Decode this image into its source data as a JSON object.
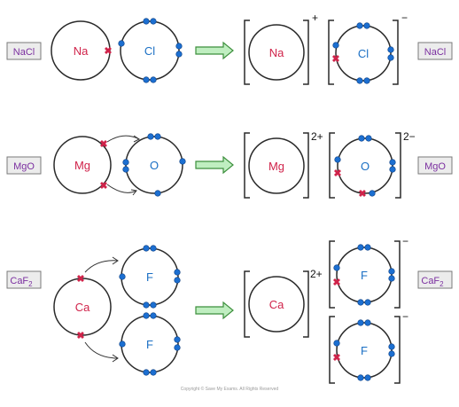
{
  "rows": [
    {
      "compound_label": "NaCl",
      "metal_symbol": "Na",
      "nonmetal_symbol": "Cl",
      "metal_ion_symbol": "Na",
      "nonmetal_ion_symbol": "Cl",
      "metal_charge": "+",
      "nonmetal_charge": "−",
      "compound_label_right": "NaCl"
    },
    {
      "compound_label": "MgO",
      "metal_symbol": "Mg",
      "nonmetal_symbol": "O",
      "metal_ion_symbol": "Mg",
      "nonmetal_ion_symbol": "O",
      "metal_charge": "2+",
      "nonmetal_charge": "2−",
      "compound_label_right": "MgO"
    },
    {
      "compound_label_main": "CaF",
      "compound_label_sub": "2",
      "metal_symbol": "Ca",
      "nonmetal_symbol_1": "F",
      "nonmetal_symbol_2": "F",
      "metal_ion_symbol": "Ca",
      "nonmetal_ion_symbol_1": "F",
      "nonmetal_ion_symbol_2": "F",
      "metal_charge": "2+",
      "nonmetal_charge_1": "−",
      "nonmetal_charge_2": "−",
      "compound_label_right_main": "CaF",
      "compound_label_right_sub": "2"
    }
  ],
  "symbols": {
    "electron": "dot",
    "transferred_electron": "✖"
  },
  "copyright": "Copyright © Save My Exams. All Rights Reserved",
  "colors": {
    "metal_text": "#d0234a",
    "nonmetal_text": "#1a6fc4",
    "label_text": "#7b2fa0",
    "electron_dot": "#1c6fd1",
    "arrow_fill": "#bfeec0"
  }
}
